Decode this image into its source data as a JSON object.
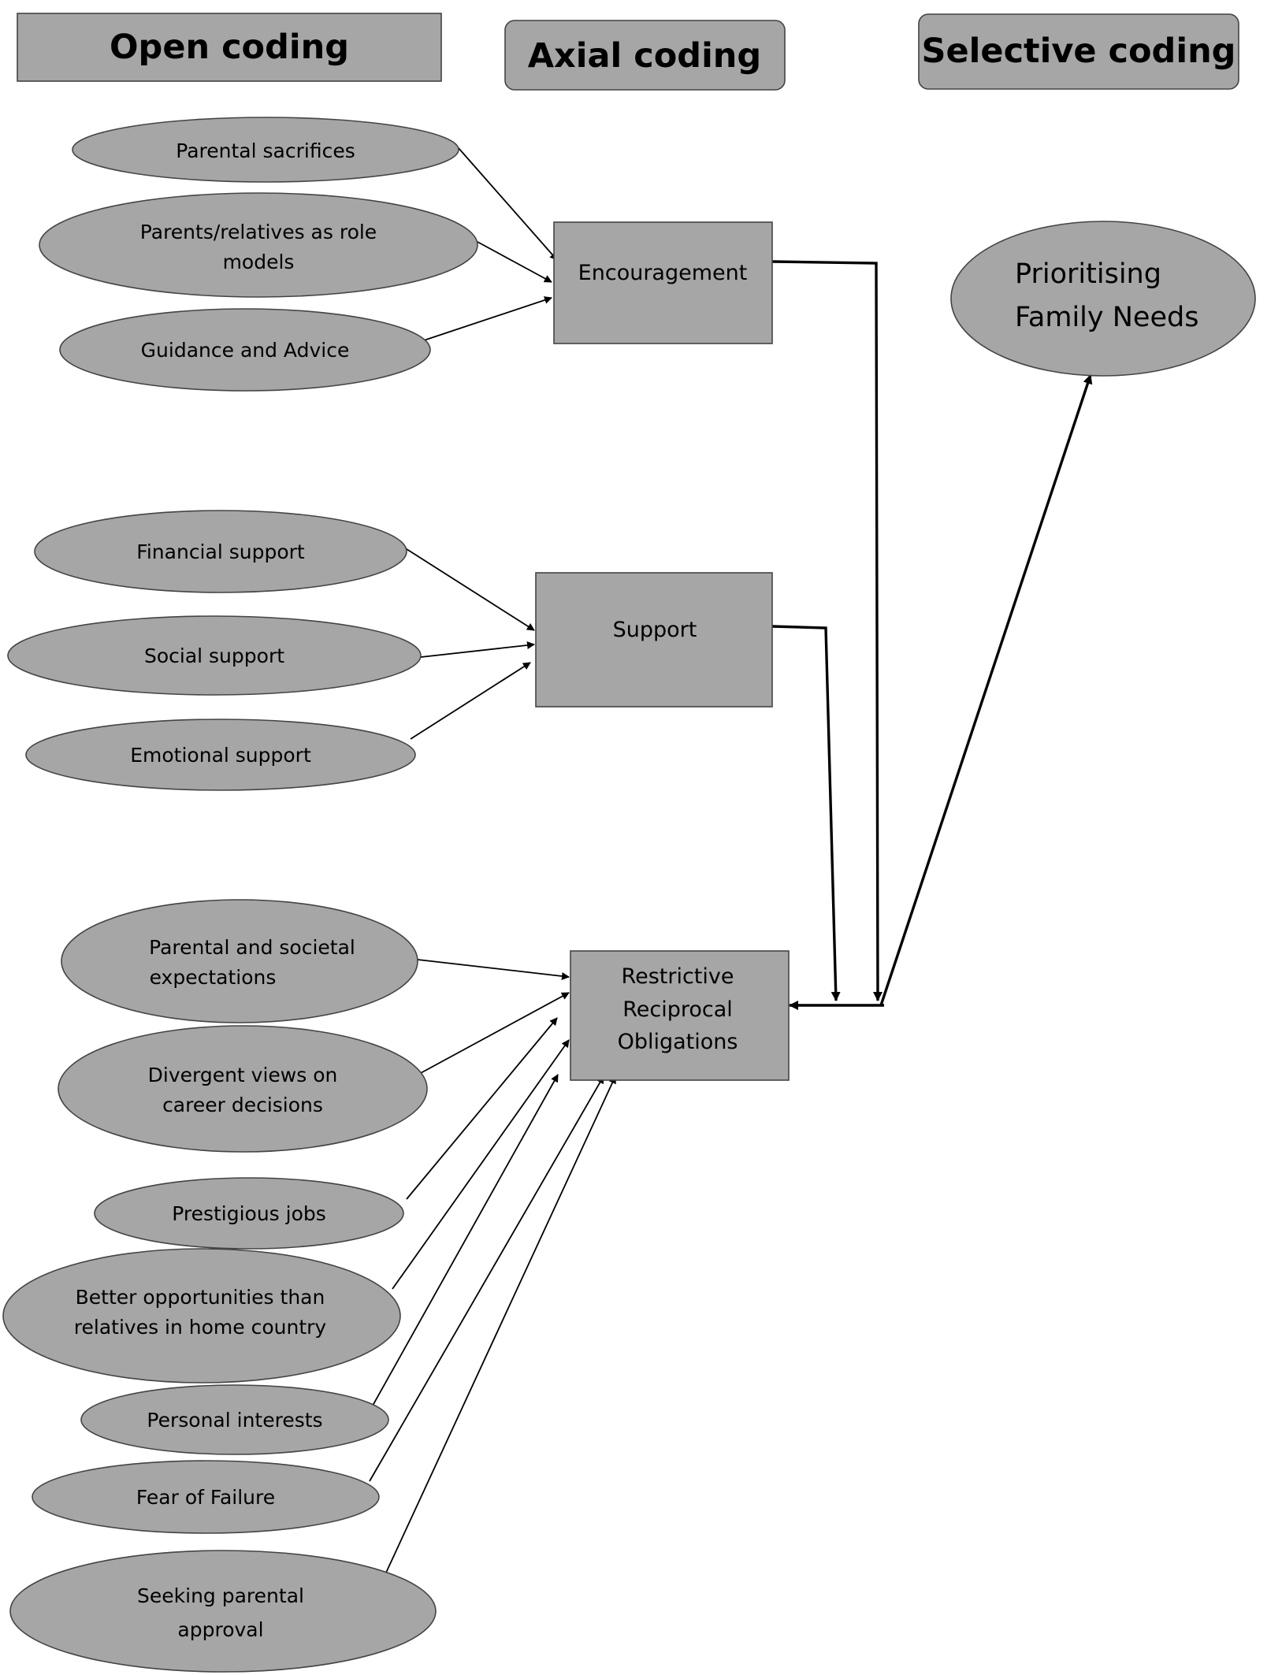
{
  "headers": {
    "open": "Open coding",
    "axial": "Axial coding",
    "selective": "Selective coding"
  },
  "open_codes": {
    "encouragement": {
      "parental_sacrifices": "Parental sacrifices",
      "role_models": [
        "Parents/relatives as role",
        "models"
      ],
      "guidance": "Guidance and Advice"
    },
    "support": {
      "financial": "Financial support",
      "social": "Social support",
      "emotional": "Emotional support"
    },
    "obligations": {
      "expectations": [
        "Parental and societal",
        "expectations"
      ],
      "divergent_views": [
        "Divergent views on",
        "career decisions"
      ],
      "prestigious_jobs": "Prestigious jobs",
      "better_opportunities": [
        "Better opportunities than",
        "relatives in home country"
      ],
      "personal_interests": "Personal interests",
      "fear_of_failure": "Fear of Failure",
      "parental_approval": [
        "Seeking parental",
        "approval"
      ]
    }
  },
  "axial_codes": {
    "encouragement": "Encouragement",
    "support": "Support",
    "obligations": [
      "Restrictive",
      "Reciprocal",
      "Obligations"
    ]
  },
  "selective_code": [
    "Prioritising",
    "Family Needs"
  ]
}
